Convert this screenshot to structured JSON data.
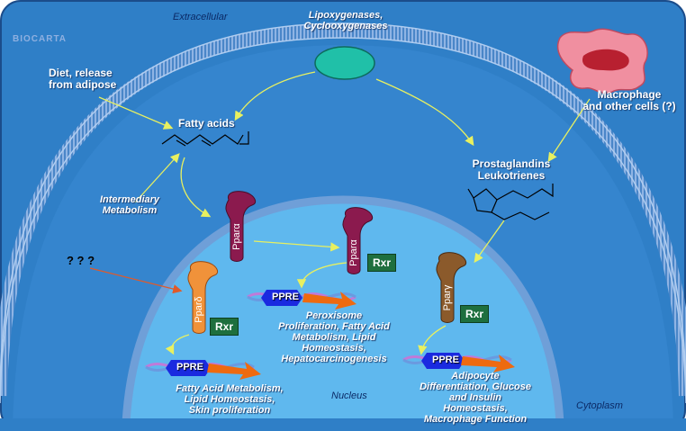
{
  "logo": "BIOCARTA",
  "regions": {
    "extracellular": "Extracellular",
    "cytoplasm": "Cytoplasm",
    "nucleus": "Nucleus"
  },
  "labels": {
    "enzymes": [
      "Lipoxygenases,",
      "Cyclooxygenases"
    ],
    "diet": [
      "Diet, release",
      "from adipose"
    ],
    "macrophage": [
      "Macrophage",
      "and other cells (?)"
    ],
    "fatty_acids": "Fatty acids",
    "prostaglandins": [
      "Prostaglandins",
      "Leukotrienes"
    ],
    "intermediary": [
      "Intermediary",
      "Metabolism"
    ],
    "unknown": "? ? ?"
  },
  "receptors": {
    "ppar_alpha": "Pparα",
    "ppar_alpha_nuc": "Pparα",
    "ppar_delta": "Pparδ",
    "ppar_gamma": "Pparγ",
    "rxr": "Rxr",
    "ppre": "PPRE"
  },
  "outcomes": {
    "alpha": [
      "Peroxisome",
      "Proliferation, Fatty Acid",
      "Metabolism, Lipid",
      "Homeostasis,",
      "Hepatocarcinogenesis"
    ],
    "delta": [
      "Fatty Acid Metabolism,",
      "Lipid Homeostasis,",
      "Skin proliferation"
    ],
    "gamma": [
      "Adipocyte",
      "Differentiation, Glucose",
      "and Insulin",
      "Homeostasis,",
      "Macrophage Function"
    ]
  },
  "colors": {
    "background": "#2f7fc7",
    "nucleus": "#5fb8ee",
    "membrane": "#6f9fd8",
    "ppar_alpha": "#8b1a4e",
    "ppar_delta": "#f0923a",
    "ppar_gamma": "#8b5a2b",
    "rxr": "#1e6f3e",
    "enzyme": "#20c0a8",
    "arrow": "#e8f060"
  }
}
